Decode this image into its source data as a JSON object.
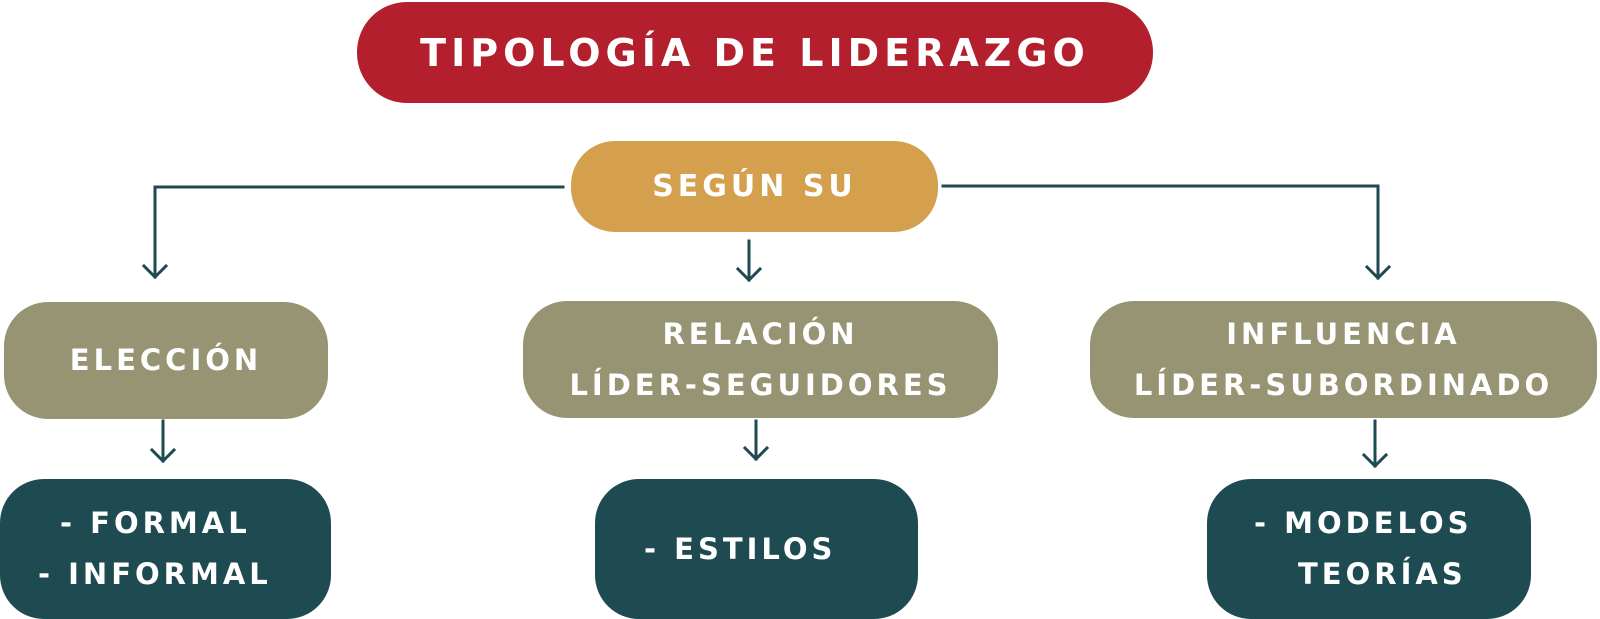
{
  "colors": {
    "title_bg": "#b31f2c",
    "segun_bg": "#d4a04e",
    "category_bg": "#969473",
    "leaf_bg": "#1e4a51",
    "connector": "#1e4a51",
    "text": "#ffffff"
  },
  "title": "TIPOLOGÍA DE LIDERAZGO",
  "root": "SEGÚN SU",
  "categories": [
    {
      "lines": [
        "ELECCIÓN"
      ]
    },
    {
      "lines": [
        "RELACIÓN",
        "LÍDER-SEGUIDORES"
      ]
    },
    {
      "lines": [
        "INFLUENCIA",
        "LÍDER-SUBORDINADO"
      ]
    }
  ],
  "leaves": [
    {
      "lines": [
        "- FORMAL",
        "- INFORMAL"
      ]
    },
    {
      "lines": [
        "- ESTILOS"
      ]
    },
    {
      "lines": [
        "- MODELOS",
        "TEORÍAS"
      ]
    }
  ]
}
